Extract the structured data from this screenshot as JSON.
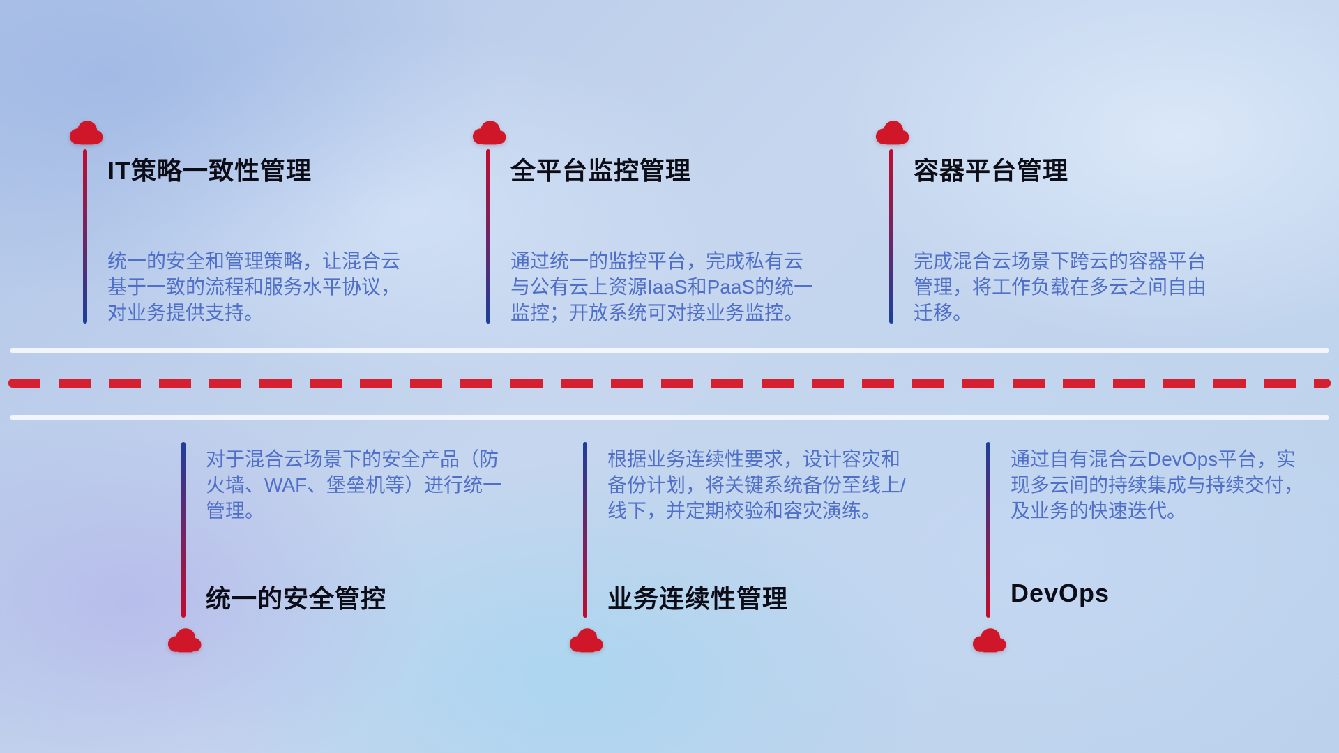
{
  "colors": {
    "cloud_red": "#d0172a",
    "line_red": "#c10d2e",
    "line_blue": "#1c3f9a",
    "dash_red": "#d42030",
    "band_white": "#f4f8fd",
    "title_color": "#0d0d18",
    "desc_color": "#4f6fc8"
  },
  "items_top": [
    {
      "title": "IT策略一致性管理",
      "description": "统一的安全和管理策略，让混合云基于一致的流程和服务水平协议，对业务提供支持。"
    },
    {
      "title": "全平台监控管理",
      "description": "通过统一的监控平台，完成私有云与公有云上资源IaaS和PaaS的统一监控；开放系统可对接业务监控。"
    },
    {
      "title": "容器平台管理",
      "description": "完成混合云场景下跨云的容器平台管理，将工作负载在多云之间自由迁移。"
    }
  ],
  "items_bottom": [
    {
      "title": "统一的安全管控",
      "description": "对于混合云场景下的安全产品（防火墙、WAF、堡垒机等）进行统一管理。"
    },
    {
      "title": "业务连续性管理",
      "description": "根据业务连续性要求，设计容灾和备份计划，将关键系统备份至线上/线下，并定期校验和容灾演练。"
    },
    {
      "title": "DevOps",
      "description": "通过自有混合云DevOps平台，实现多云间的持续集成与持续交付，及业务的快速迭代。"
    }
  ]
}
